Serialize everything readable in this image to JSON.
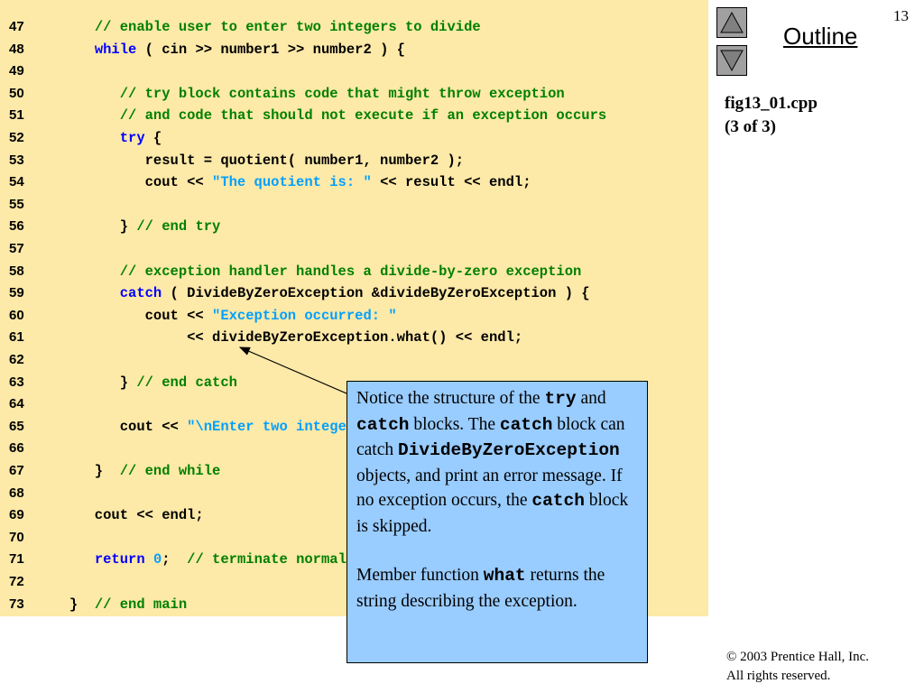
{
  "slide": {
    "number": "13",
    "outline_label": "Outline",
    "fig_name": "fig13_01.cpp",
    "fig_part": "(3 of 3)",
    "copyright_line1": "© 2003 Prentice Hall, Inc.",
    "copyright_line2": "All rights reserved."
  },
  "nav": {
    "up_icon": "triangle-up-icon",
    "down_icon": "triangle-down-icon"
  },
  "colors": {
    "code_background": "#fde9a8",
    "callout_background": "#99ccff",
    "keyword": "#0000ff",
    "comment": "#008000",
    "string": "#00a0ff",
    "nav_button": "#a0a0a0"
  },
  "code_lines": [
    {
      "n": "47",
      "parts": [
        [
          "p",
          "      "
        ],
        [
          "c",
          "// enable user to enter two integers to divide"
        ]
      ]
    },
    {
      "n": "48",
      "parts": [
        [
          "p",
          "      "
        ],
        [
          "k",
          "while"
        ],
        [
          "p",
          " ( cin >> number1 >> number2 ) {"
        ]
      ]
    },
    {
      "n": "49",
      "parts": []
    },
    {
      "n": "50",
      "parts": [
        [
          "p",
          "         "
        ],
        [
          "c",
          "// try block contains code that might throw exception"
        ]
      ]
    },
    {
      "n": "51",
      "parts": [
        [
          "p",
          "         "
        ],
        [
          "c",
          "// and code that should not execute if an exception occurs"
        ]
      ]
    },
    {
      "n": "52",
      "parts": [
        [
          "p",
          "         "
        ],
        [
          "k",
          "try"
        ],
        [
          "p",
          " {"
        ]
      ]
    },
    {
      "n": "53",
      "parts": [
        [
          "p",
          "            result = quotient( number1, number2 );"
        ]
      ]
    },
    {
      "n": "54",
      "parts": [
        [
          "p",
          "            cout << "
        ],
        [
          "s",
          "\"The quotient is: \""
        ],
        [
          "p",
          " << result << endl;"
        ]
      ]
    },
    {
      "n": "55",
      "parts": []
    },
    {
      "n": "56",
      "parts": [
        [
          "p",
          "         } "
        ],
        [
          "c",
          "// end try"
        ]
      ]
    },
    {
      "n": "57",
      "parts": []
    },
    {
      "n": "58",
      "parts": [
        [
          "p",
          "         "
        ],
        [
          "c",
          "// exception handler handles a divide-by-zero exception"
        ]
      ]
    },
    {
      "n": "59",
      "parts": [
        [
          "p",
          "         "
        ],
        [
          "k",
          "catch"
        ],
        [
          "p",
          " ( DivideByZeroException &divideByZeroException ) {"
        ]
      ]
    },
    {
      "n": "60",
      "parts": [
        [
          "p",
          "            cout << "
        ],
        [
          "s",
          "\"Exception occurred: \""
        ]
      ]
    },
    {
      "n": "61",
      "parts": [
        [
          "p",
          "                 << divideByZeroException.what() << endl;"
        ]
      ]
    },
    {
      "n": "62",
      "parts": []
    },
    {
      "n": "63",
      "parts": [
        [
          "p",
          "         } "
        ],
        [
          "c",
          "// end catch"
        ]
      ]
    },
    {
      "n": "64",
      "parts": []
    },
    {
      "n": "65",
      "parts": [
        [
          "p",
          "         cout << "
        ],
        [
          "s",
          "\"\\nEnter two intege"
        ]
      ]
    },
    {
      "n": "66",
      "parts": []
    },
    {
      "n": "67",
      "parts": [
        [
          "p",
          "      }  "
        ],
        [
          "c",
          "// end while"
        ]
      ]
    },
    {
      "n": "68",
      "parts": []
    },
    {
      "n": "69",
      "parts": [
        [
          "p",
          "      cout << endl;"
        ]
      ]
    },
    {
      "n": "70",
      "parts": []
    },
    {
      "n": "71",
      "parts": [
        [
          "p",
          "      "
        ],
        [
          "k",
          "return"
        ],
        [
          "p",
          " "
        ],
        [
          "s",
          "0"
        ],
        [
          "p",
          ";  "
        ],
        [
          "c",
          "// terminate normal"
        ]
      ]
    },
    {
      "n": "72",
      "parts": []
    },
    {
      "n": "73",
      "parts": [
        [
          "p",
          "   }  "
        ],
        [
          "c",
          "// end main"
        ]
      ]
    }
  ],
  "callout": {
    "p1": [
      [
        "t",
        "Notice the structure of the "
      ],
      [
        "m",
        "try"
      ],
      [
        "t",
        " and "
      ],
      [
        "m",
        "catch"
      ],
      [
        "t",
        " blocks. The "
      ],
      [
        "m",
        "catch"
      ],
      [
        "t",
        " block can catch "
      ],
      [
        "m",
        "DivideByZeroException"
      ],
      [
        "t",
        " objects, and print an error message. If no exception occurs, the "
      ],
      [
        "m",
        "catch"
      ],
      [
        "t",
        " block is skipped."
      ]
    ],
    "p2": [
      [
        "t",
        "Member function "
      ],
      [
        "m",
        "what"
      ],
      [
        "t",
        " returns the string describing the exception."
      ]
    ]
  }
}
